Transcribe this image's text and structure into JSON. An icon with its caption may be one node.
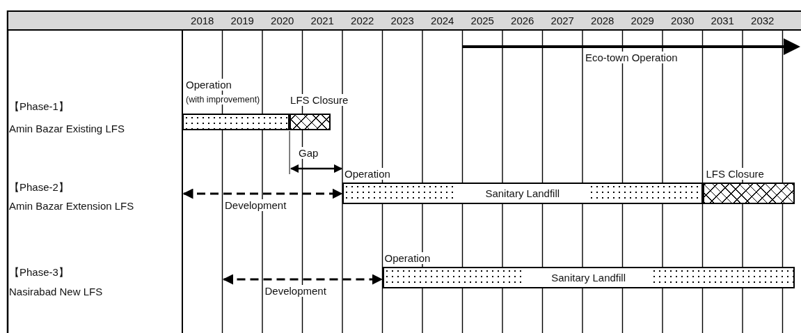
{
  "diagram": {
    "nodes": [
      {
        "text": [],
        "shape": "bar",
        "beside": [
          "Operation",
          "(with improvement)"
        ]
      },
      {
        "text": [],
        "shape": "bar",
        "beside": [
          "LFS Closure"
        ]
      },
      {
        "text": [
          "Sanitary Landfill"
        ],
        "beside": [
          "Operation"
        ]
      },
      {
        "text": [],
        "shape": "bar",
        "beside": [
          "LFS Closure"
        ]
      },
      {
        "text": [
          "Sanitary Landfill"
        ],
        "beside": [
          "Operation"
        ]
      }
    ],
    "edges": [
      {
        "from": null,
        "to": 2,
        "arrow": "both",
        "label": "Gap"
      },
      {
        "from": null,
        "to": 2,
        "arrow": "both",
        "style": "dashed",
        "label": "Development"
      },
      {
        "from": null,
        "to": 4,
        "arrow": "both",
        "style": "dashed",
        "label": "Development"
      }
    ],
    "labels": [
      "2018",
      "2019",
      "2020",
      "2021",
      "2022",
      "2023",
      "2024",
      "2025",
      "2026",
      "2027",
      "2028",
      "2029",
      "2030",
      "2031",
      "2032",
      "Eco-town Operation",
      "【Phase-1】",
      "Amin Bazar Existing LFS",
      "【Phase-2】",
      "Amin Bazar Extension LFS",
      "【Phase-3】",
      "Nasirabad New LFS"
    ]
  }
}
